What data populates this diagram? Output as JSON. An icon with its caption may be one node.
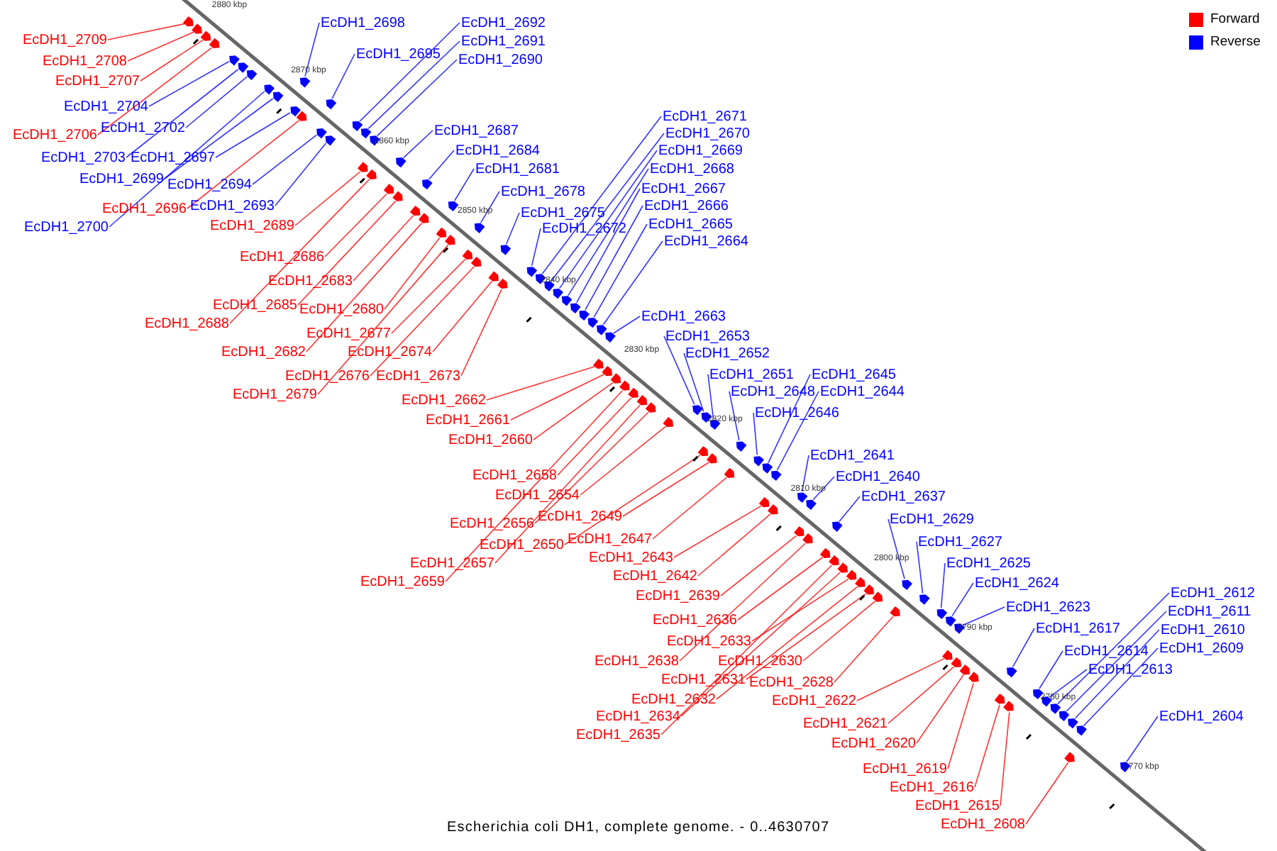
{
  "diagram": {
    "caption": "Escherichia coli DH1, complete genome. - 0..4630707",
    "nodes": [
      {
        "text": [
          "EcDH1_2709"
        ]
      },
      {
        "text": [
          "EcDH1_2708"
        ]
      },
      {
        "text": [
          "EcDH1_2707"
        ]
      },
      {
        "text": [
          "EcDH1_2706"
        ]
      },
      {
        "text": [
          "EcDH1_2704"
        ]
      },
      {
        "text": [
          "EcDH1_2703"
        ]
      },
      {
        "text": [
          "EcDH1_2702"
        ]
      },
      {
        "text": [
          "EcDH1_2700"
        ]
      },
      {
        "text": [
          "EcDH1_2699"
        ]
      },
      {
        "text": [
          "EcDH1_2698"
        ]
      },
      {
        "text": [
          "EcDH1_2697"
        ]
      },
      {
        "text": [
          "EcDH1_2696"
        ]
      },
      {
        "text": [
          "EcDH1_2695"
        ]
      },
      {
        "text": [
          "EcDH1_2694"
        ]
      },
      {
        "text": [
          "EcDH1_2693"
        ]
      },
      {
        "text": [
          "EcDH1_2692"
        ]
      },
      {
        "text": [
          "EcDH1_2691"
        ]
      },
      {
        "text": [
          "EcDH1_2690"
        ]
      },
      {
        "text": [
          "EcDH1_2689"
        ]
      },
      {
        "text": [
          "EcDH1_2688"
        ]
      },
      {
        "text": [
          "EcDH1_2687"
        ]
      },
      {
        "text": [
          "EcDH1_2686"
        ]
      },
      {
        "text": [
          "EcDH1_2685"
        ]
      },
      {
        "text": [
          "EcDH1_2684"
        ]
      },
      {
        "text": [
          "EcDH1_2683"
        ]
      },
      {
        "text": [
          "EcDH1_2682"
        ]
      },
      {
        "text": [
          "EcDH1_2681"
        ]
      },
      {
        "text": [
          "EcDH1_2680"
        ]
      },
      {
        "text": [
          "EcDH1_2679"
        ]
      },
      {
        "text": [
          "EcDH1_2678"
        ]
      },
      {
        "text": [
          "EcDH1_2677"
        ]
      },
      {
        "text": [
          "EcDH1_2676"
        ]
      },
      {
        "text": [
          "EcDH1_2675"
        ]
      },
      {
        "text": [
          "EcDH1_2674"
        ]
      },
      {
        "text": [
          "EcDH1_2673"
        ]
      },
      {
        "text": [
          "EcDH1_2672"
        ]
      },
      {
        "text": [
          "EcDH1_2671"
        ]
      },
      {
        "text": [
          "EcDH1_2670"
        ]
      },
      {
        "text": [
          "EcDH1_2669"
        ]
      },
      {
        "text": [
          "EcDH1_2668"
        ]
      },
      {
        "text": [
          "EcDH1_2667"
        ]
      },
      {
        "text": [
          "EcDH1_2666"
        ]
      },
      {
        "text": [
          "EcDH1_2665"
        ]
      },
      {
        "text": [
          "EcDH1_2664"
        ]
      },
      {
        "text": [
          "EcDH1_2663"
        ]
      },
      {
        "text": [
          "EcDH1_2662"
        ]
      },
      {
        "text": [
          "EcDH1_2661"
        ]
      },
      {
        "text": [
          "EcDH1_2660"
        ]
      },
      {
        "text": [
          "EcDH1_2659"
        ]
      },
      {
        "text": [
          "EcDH1_2658"
        ]
      },
      {
        "text": [
          "EcDH1_2657"
        ]
      },
      {
        "text": [
          "EcDH1_2656"
        ]
      },
      {
        "text": [
          "EcDH1_2654"
        ]
      },
      {
        "text": [
          "EcDH1_2653"
        ]
      },
      {
        "text": [
          "EcDH1_2652"
        ]
      },
      {
        "text": [
          "EcDH1_2651"
        ]
      },
      {
        "text": [
          "EcDH1_2650"
        ]
      },
      {
        "text": [
          "EcDH1_2649"
        ]
      },
      {
        "text": [
          "EcDH1_2648"
        ]
      },
      {
        "text": [
          "EcDH1_2647"
        ]
      },
      {
        "text": [
          "EcDH1_2646"
        ]
      },
      {
        "text": [
          "EcDH1_2645"
        ]
      },
      {
        "text": [
          "EcDH1_2644"
        ]
      },
      {
        "text": [
          "EcDH1_2643"
        ]
      },
      {
        "text": [
          "EcDH1_2642"
        ]
      },
      {
        "text": [
          "EcDH1_2641"
        ]
      },
      {
        "text": [
          "EcDH1_2640"
        ]
      },
      {
        "text": [
          "EcDH1_2639"
        ]
      },
      {
        "text": [
          "EcDH1_2638"
        ]
      },
      {
        "text": [
          "EcDH1_2637"
        ]
      },
      {
        "text": [
          "EcDH1_2636"
        ]
      },
      {
        "text": [
          "EcDH1_2635"
        ]
      },
      {
        "text": [
          "EcDH1_2634"
        ]
      },
      {
        "text": [
          "EcDH1_2633"
        ]
      },
      {
        "text": [
          "EcDH1_2632"
        ]
      },
      {
        "text": [
          "EcDH1_2631"
        ]
      },
      {
        "text": [
          "EcDH1_2630"
        ]
      },
      {
        "text": [
          "EcDH1_2629"
        ]
      },
      {
        "text": [
          "EcDH1_2628"
        ]
      },
      {
        "text": [
          "EcDH1_2627"
        ]
      },
      {
        "text": [
          "EcDH1_2625"
        ]
      },
      {
        "text": [
          "EcDH1_2624"
        ]
      },
      {
        "text": [
          "EcDH1_2623"
        ]
      },
      {
        "text": [
          "EcDH1_2622"
        ]
      },
      {
        "text": [
          "EcDH1_2621"
        ]
      },
      {
        "text": [
          "EcDH1_2620"
        ]
      },
      {
        "text": [
          "EcDH1_2619"
        ]
      },
      {
        "text": [
          "EcDH1_2617"
        ]
      },
      {
        "text": [
          "EcDH1_2616"
        ]
      },
      {
        "text": [
          "EcDH1_2615"
        ]
      },
      {
        "text": [
          "EcDH1_2614"
        ]
      },
      {
        "text": [
          "EcDH1_2613"
        ]
      },
      {
        "text": [
          "EcDH1_2612"
        ]
      },
      {
        "text": [
          "EcDH1_2611"
        ]
      },
      {
        "text": [
          "EcDH1_2610"
        ]
      },
      {
        "text": [
          "EcDH1_2609"
        ]
      },
      {
        "text": [
          "EcDH1_2608"
        ]
      },
      {
        "text": [
          "EcDH1_2604"
        ]
      },
      {
        "text": [],
        "shape": "arrow"
      },
      {
        "text": [],
        "shape": "arrow"
      },
      {
        "text": [],
        "shape": "arrow"
      },
      {
        "text": [],
        "shape": "arrow"
      },
      {
        "text": [],
        "shape": "arrow"
      },
      {
        "text": [],
        "shape": "arrow"
      },
      {
        "text": [],
        "shape": "arrow"
      },
      {
        "text": [],
        "shape": "arrow"
      },
      {
        "text": [],
        "shape": "arrow"
      },
      {
        "text": [],
        "shape": "arrow"
      },
      {
        "text": [],
        "shape": "arrow"
      },
      {
        "text": [],
        "shape": "arrow"
      },
      {
        "text": [],
        "shape": "arrow"
      },
      {
        "text": [],
        "shape": "arrow"
      },
      {
        "text": [],
        "shape": "arrow"
      },
      {
        "text": [],
        "shape": "arrow"
      },
      {
        "text": [],
        "shape": "arrow"
      },
      {
        "text": [],
        "shape": "arrow"
      },
      {
        "text": [],
        "shape": "arrow"
      },
      {
        "text": [],
        "shape": "arrow"
      },
      {
        "text": [],
        "shape": "arrow"
      },
      {
        "text": [],
        "shape": "arrow"
      },
      {
        "text": [],
        "shape": "arrow"
      },
      {
        "text": [],
        "shape": "arrow"
      },
      {
        "text": [],
        "shape": "arrow"
      },
      {
        "text": [],
        "shape": "arrow"
      },
      {
        "text": [],
        "shape": "arrow"
      },
      {
        "text": [],
        "shape": "arrow"
      },
      {
        "text": [],
        "shape": "arrow"
      },
      {
        "text": [],
        "shape": "arrow"
      },
      {
        "text": [],
        "shape": "arrow"
      },
      {
        "text": [],
        "shape": "arrow"
      },
      {
        "text": [],
        "shape": "arrow"
      },
      {
        "text": [],
        "shape": "arrow"
      },
      {
        "text": [],
        "shape": "arrow"
      },
      {
        "text": [],
        "shape": "arrow"
      },
      {
        "text": [],
        "shape": "arrow"
      },
      {
        "text": [],
        "shape": "arrow"
      },
      {
        "text": [],
        "shape": "arrow"
      },
      {
        "text": [],
        "shape": "arrow"
      },
      {
        "text": [],
        "shape": "arrow"
      },
      {
        "text": [],
        "shape": "arrow"
      },
      {
        "text": [],
        "shape": "arrow"
      },
      {
        "text": [],
        "shape": "arrow"
      },
      {
        "text": [],
        "shape": "arrow"
      },
      {
        "text": [],
        "shape": "arrow"
      },
      {
        "text": [],
        "shape": "arrow"
      },
      {
        "text": [],
        "shape": "arrow"
      },
      {
        "text": [],
        "shape": "arrow"
      },
      {
        "text": [],
        "shape": "arrow"
      },
      {
        "text": [],
        "shape": "arrow"
      },
      {
        "text": [],
        "shape": "arrow"
      },
      {
        "text": [],
        "shape": "arrow"
      },
      {
        "text": [],
        "shape": "arrow"
      },
      {
        "text": [],
        "shape": "arrow"
      },
      {
        "text": [],
        "shape": "arrow"
      },
      {
        "text": [],
        "shape": "arrow"
      },
      {
        "text": [],
        "shape": "arrow"
      },
      {
        "text": [],
        "shape": "arrow"
      },
      {
        "text": [],
        "shape": "arrow"
      },
      {
        "text": [],
        "shape": "arrow"
      },
      {
        "text": [],
        "shape": "arrow"
      },
      {
        "text": [],
        "shape": "arrow"
      },
      {
        "text": [],
        "shape": "arrow"
      },
      {
        "text": [],
        "shape": "arrow"
      },
      {
        "text": [],
        "shape": "arrow"
      },
      {
        "text": [],
        "shape": "arrow"
      },
      {
        "text": [],
        "shape": "arrow"
      },
      {
        "text": [],
        "shape": "arrow"
      },
      {
        "text": [],
        "shape": "arrow"
      },
      {
        "text": [],
        "shape": "arrow"
      },
      {
        "text": [],
        "shape": "arrow"
      },
      {
        "text": [],
        "shape": "arrow"
      },
      {
        "text": [],
        "shape": "arrow"
      },
      {
        "text": [],
        "shape": "arrow"
      },
      {
        "text": [],
        "shape": "arrow"
      },
      {
        "text": [],
        "shape": "arrow"
      },
      {
        "text": [],
        "shape": "arrow"
      },
      {
        "text": [],
        "shape": "arrow"
      },
      {
        "text": [],
        "shape": "arrow"
      },
      {
        "text": [],
        "shape": "arrow"
      },
      {
        "text": [],
        "shape": "arrow"
      },
      {
        "text": [],
        "shape": "arrow"
      },
      {
        "text": [],
        "shape": "arrow"
      },
      {
        "text": [],
        "shape": "arrow"
      },
      {
        "text": [],
        "shape": "arrow"
      },
      {
        "text": [],
        "shape": "arrow"
      },
      {
        "text": [],
        "shape": "arrow"
      },
      {
        "text": [],
        "shape": "arrow"
      },
      {
        "text": [],
        "shape": "arrow"
      },
      {
        "text": [],
        "shape": "arrow"
      },
      {
        "text": [],
        "shape": "arrow"
      },
      {
        "text": [],
        "shape": "arrow"
      },
      {
        "text": [],
        "shape": "arrow"
      },
      {
        "text": [],
        "shape": "arrow"
      },
      {
        "text": [],
        "shape": "arrow"
      },
      {
        "text": [],
        "shape": "arrow"
      },
      {
        "text": [],
        "shape": "arrow"
      }
    ],
    "edges": [
      {
        "from": 0,
        "to": 98,
        "arrow": "none",
        "color": "#ff0000"
      },
      {
        "from": 1,
        "to": 99,
        "arrow": "none",
        "color": "#ff0000"
      },
      {
        "from": 2,
        "to": 100,
        "arrow": "none",
        "color": "#ff0000"
      },
      {
        "from": 3,
        "to": 101,
        "arrow": "none",
        "color": "#ff0000"
      },
      {
        "from": 4,
        "to": 102,
        "arrow": "none"
      },
      {
        "from": 5,
        "to": 103,
        "arrow": "none"
      },
      {
        "from": 6,
        "to": 104,
        "arrow": "none"
      },
      {
        "from": 7,
        "to": 105,
        "arrow": "none"
      },
      {
        "from": 8,
        "to": 106,
        "arrow": "none"
      },
      {
        "from": 9,
        "to": 107,
        "arrow": "none"
      },
      {
        "from": 10,
        "to": 108,
        "arrow": "none"
      },
      {
        "from": 11,
        "to": 109,
        "arrow": "none",
        "color": "#ff0000"
      },
      {
        "from": 12,
        "to": 110,
        "arrow": "none"
      },
      {
        "from": 13,
        "to": 111,
        "arrow": "none"
      },
      {
        "from": 14,
        "to": 112,
        "arrow": "none"
      },
      {
        "from": 15,
        "to": 113,
        "arrow": "none"
      },
      {
        "from": 16,
        "to": 114,
        "arrow": "none"
      },
      {
        "from": 17,
        "to": 115,
        "arrow": "none"
      },
      {
        "from": 18,
        "to": 116,
        "arrow": "none",
        "color": "#ff0000"
      },
      {
        "from": 19,
        "to": 117,
        "arrow": "none",
        "color": "#ff0000"
      },
      {
        "from": 20,
        "to": 118,
        "arrow": "none"
      },
      {
        "from": 21,
        "to": 119,
        "arrow": "none",
        "color": "#ff0000"
      },
      {
        "from": 22,
        "to": 120,
        "arrow": "none",
        "color": "#ff0000"
      },
      {
        "from": 23,
        "to": 121,
        "arrow": "none"
      },
      {
        "from": 24,
        "to": 122,
        "arrow": "none",
        "color": "#ff0000"
      },
      {
        "from": 25,
        "to": 123,
        "arrow": "none",
        "color": "#ff0000"
      },
      {
        "from": 26,
        "to": 124,
        "arrow": "none"
      },
      {
        "from": 27,
        "to": 125,
        "arrow": "none",
        "color": "#ff0000"
      },
      {
        "from": 28,
        "to": 126,
        "arrow": "none",
        "color": "#ff0000"
      },
      {
        "from": 29,
        "to": 127,
        "arrow": "none"
      },
      {
        "from": 30,
        "to": 128,
        "arrow": "none",
        "color": "#ff0000"
      },
      {
        "from": 31,
        "to": 129,
        "arrow": "none",
        "color": "#ff0000"
      },
      {
        "from": 32,
        "to": 130,
        "arrow": "none"
      },
      {
        "from": 33,
        "to": 131,
        "arrow": "none",
        "color": "#ff0000"
      },
      {
        "from": 34,
        "to": 132,
        "arrow": "none",
        "color": "#ff0000"
      },
      {
        "from": 35,
        "to": 133,
        "arrow": "none"
      },
      {
        "from": 36,
        "to": 134,
        "arrow": "none"
      },
      {
        "from": 37,
        "to": 135,
        "arrow": "none"
      },
      {
        "from": 38,
        "to": 136,
        "arrow": "none"
      },
      {
        "from": 39,
        "to": 137,
        "arrow": "none"
      },
      {
        "from": 40,
        "to": 138,
        "arrow": "none"
      },
      {
        "from": 41,
        "to": 139,
        "arrow": "none"
      },
      {
        "from": 42,
        "to": 140,
        "arrow": "none"
      },
      {
        "from": 43,
        "to": 141,
        "arrow": "none"
      },
      {
        "from": 44,
        "to": 142,
        "arrow": "none"
      },
      {
        "from": 45,
        "to": 143,
        "arrow": "none",
        "color": "#ff0000"
      },
      {
        "from": 46,
        "to": 144,
        "arrow": "none",
        "color": "#ff0000"
      },
      {
        "from": 47,
        "to": 145,
        "arrow": "none",
        "color": "#ff0000"
      },
      {
        "from": 48,
        "to": 146,
        "arrow": "none",
        "color": "#ff0000"
      },
      {
        "from": 49,
        "to": 147,
        "arrow": "none",
        "color": "#ff0000"
      },
      {
        "from": 50,
        "to": 148,
        "arrow": "none",
        "color": "#ff0000"
      },
      {
        "from": 51,
        "to": 149,
        "arrow": "none",
        "color": "#ff0000"
      },
      {
        "from": 52,
        "to": 150,
        "arrow": "none",
        "color": "#ff0000"
      },
      {
        "from": 53,
        "to": 151,
        "arrow": "none"
      },
      {
        "from": 54,
        "to": 152,
        "arrow": "none"
      },
      {
        "from": 55,
        "to": 153,
        "arrow": "none"
      },
      {
        "from": 56,
        "to": 154,
        "arrow": "none",
        "color": "#ff0000"
      },
      {
        "from": 57,
        "to": 155,
        "arrow": "none",
        "color": "#ff0000"
      },
      {
        "from": 58,
        "to": 156,
        "arrow": "none"
      },
      {
        "from": 59,
        "to": 157,
        "arrow": "none",
        "color": "#ff0000"
      },
      {
        "from": 60,
        "to": 158,
        "arrow": "none"
      },
      {
        "from": 61,
        "to": 159,
        "arrow": "none"
      },
      {
        "from": 62,
        "to": 160,
        "arrow": "none"
      },
      {
        "from": 63,
        "to": 161,
        "arrow": "none",
        "color": "#ff0000"
      },
      {
        "from": 64,
        "to": 162,
        "arrow": "none",
        "color": "#ff0000"
      },
      {
        "from": 65,
        "to": 163,
        "arrow": "none"
      },
      {
        "from": 66,
        "to": 164,
        "arrow": "none"
      },
      {
        "from": 67,
        "to": 165,
        "arrow": "none",
        "color": "#ff0000"
      },
      {
        "from": 68,
        "to": 166,
        "arrow": "none",
        "color": "#ff0000"
      },
      {
        "from": 69,
        "to": 167,
        "arrow": "none"
      },
      {
        "from": 70,
        "to": 168,
        "arrow": "none",
        "color": "#ff0000"
      },
      {
        "from": 71,
        "to": 169,
        "arrow": "none",
        "color": "#ff0000"
      },
      {
        "from": 72,
        "to": 170,
        "arrow": "none",
        "color": "#ff0000"
      },
      {
        "from": 73,
        "to": 171,
        "arrow": "none",
        "color": "#ff0000"
      },
      {
        "from": 74,
        "to": 172,
        "arrow": "none",
        "color": "#ff0000"
      },
      {
        "from": 75,
        "to": 173,
        "arrow": "none",
        "color": "#ff0000"
      },
      {
        "from": 76,
        "to": 174,
        "arrow": "none",
        "color": "#ff0000"
      },
      {
        "from": 77,
        "to": 175,
        "arrow": "none"
      },
      {
        "from": 78,
        "to": 176,
        "arrow": "none",
        "color": "#ff0000"
      },
      {
        "from": 79,
        "to": 177,
        "arrow": "none"
      },
      {
        "from": 80,
        "to": 178,
        "arrow": "none"
      },
      {
        "from": 81,
        "to": 179,
        "arrow": "none"
      },
      {
        "from": 82,
        "to": 180,
        "arrow": "none"
      },
      {
        "from": 83,
        "to": 181,
        "arrow": "none",
        "color": "#ff0000"
      },
      {
        "from": 84,
        "to": 182,
        "arrow": "none",
        "color": "#ff0000"
      },
      {
        "from": 85,
        "to": 183,
        "arrow": "none",
        "color": "#ff0000"
      },
      {
        "from": 86,
        "to": 184,
        "arrow": "none",
        "color": "#ff0000"
      },
      {
        "from": 87,
        "to": 185,
        "arrow": "none"
      },
      {
        "from": 88,
        "to": 186,
        "arrow": "none",
        "color": "#ff0000"
      },
      {
        "from": 89,
        "to": 187,
        "arrow": "none",
        "color": "#ff0000"
      },
      {
        "from": 90,
        "to": 188,
        "arrow": "none"
      },
      {
        "from": 91,
        "to": 189,
        "arrow": "none"
      },
      {
        "from": 92,
        "to": 190,
        "arrow": "none"
      },
      {
        "from": 93,
        "to": 191,
        "arrow": "none"
      },
      {
        "from": 94,
        "to": 192,
        "arrow": "none"
      },
      {
        "from": 95,
        "to": 193,
        "arrow": "none"
      },
      {
        "from": 96,
        "to": 194,
        "arrow": "none",
        "color": "#ff0000"
      },
      {
        "from": 97,
        "to": 195,
        "arrow": "none"
      }
    ],
    "labels": [
      "2880 kbp",
      "2870 kbp",
      "2860 kbp",
      "2850 kbp",
      "2840 kbp",
      "2830 kbp",
      "2820 kbp",
      "2810 kbp",
      "2800 kbp",
      "2790 kbp",
      "2780 kbp",
      "2770 kbp"
    ],
    "legend": [
      {
        "text": "Forward",
        "color": "#ff0000"
      },
      {
        "text": "Reverse",
        "color": "#0000ff"
      }
    ]
  }
}
